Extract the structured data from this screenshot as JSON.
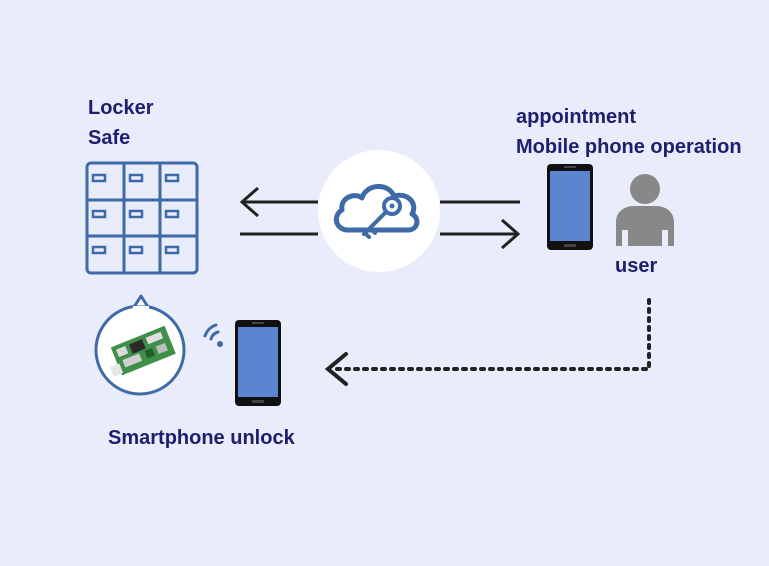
{
  "labels": {
    "locker_title": "Locker",
    "safe_title": "Safe",
    "appointment": "appointment",
    "mobile_operation": "Mobile phone operation",
    "user": "user",
    "smartphone_unlock": "Smartphone unlock"
  },
  "icons": {
    "locker": "locker-grid-icon",
    "cloud_key": "cloud-key-icon",
    "phone": "smartphone-icon",
    "user": "person-icon",
    "wifi": "wifi-signal-icon",
    "controller": "circuit-board-icon"
  },
  "colors": {
    "background": "#e9ecfa",
    "text": "#1f1d6e",
    "accent_blue": "#3f6aa8",
    "phone_screen": "#5b86cf",
    "person_gray": "#888888",
    "arrow": "#222222"
  }
}
